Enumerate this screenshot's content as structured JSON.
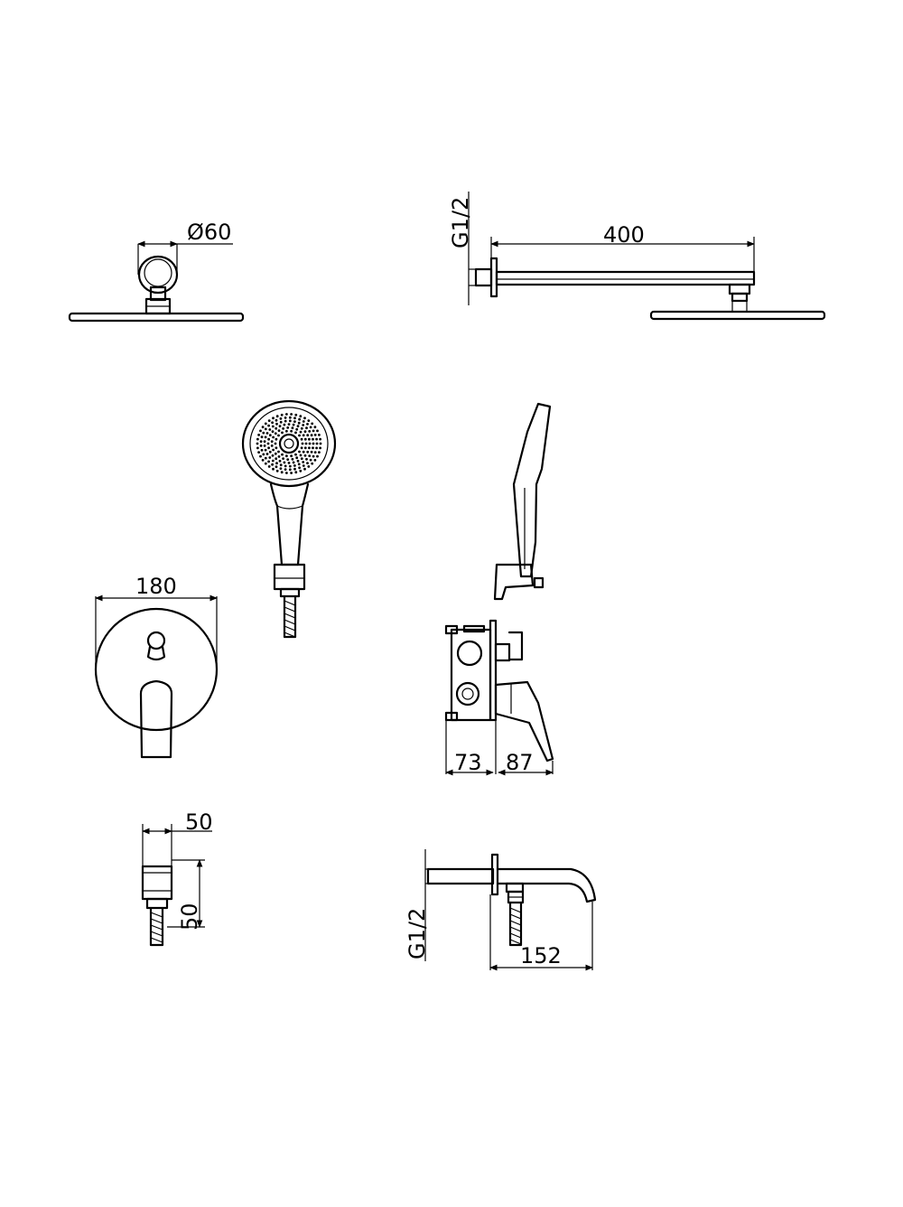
{
  "labels": {
    "head_diameter": "Ø60",
    "arm_length": "400",
    "arm_thread": "G1/2",
    "plate_diameter": "180",
    "body_depth": "73",
    "handle_depth": "87",
    "outlet_width": "50",
    "outlet_height": "50",
    "spout_thread": "G1/2",
    "spout_length": "152"
  },
  "colors": {
    "line": "#000000",
    "background": "#ffffff"
  }
}
